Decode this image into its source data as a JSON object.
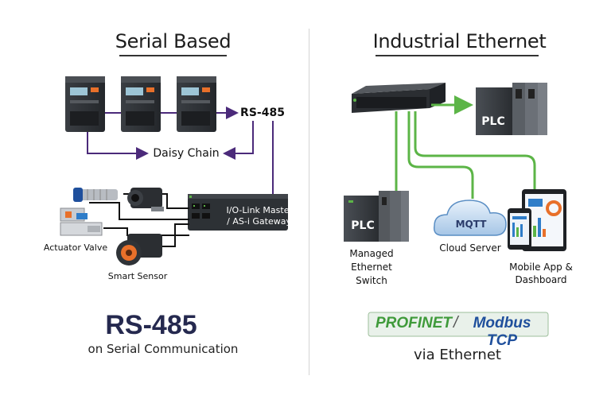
{
  "left": {
    "title": "Serial Based",
    "rs485_label": "RS-485",
    "daisy_chain": "Daisy Chain",
    "gateway_label_1": "I/O-Link Master",
    "gateway_label_2": "/ AS-i Gateway",
    "actuator_label": "Actuator Valve",
    "sensor_label": "Smart Sensor",
    "big_label": "RS-485",
    "sub_label": "on Serial Communication"
  },
  "right": {
    "title": "Industrial Ethernet",
    "plc_top": "PLC",
    "plc_bottom": "PLC",
    "managed_switch_label": [
      "Managed",
      "Ethernet",
      "Switch"
    ],
    "mqtt": "MQTT",
    "cloud_label": "Cloud Server",
    "mobile_label": [
      "Mobile App &",
      "Dashboard"
    ],
    "badge_1": "PROFINET",
    "badge_2": "Modbus TCP",
    "sub_label": "via Ethernet"
  },
  "colors": {
    "purple_line": "#4b2a7a",
    "green_line": "#5cb547",
    "device_dark": "#2f3337",
    "accent_orange": "#e8702a",
    "badge_green": "#3f9a3a",
    "badge_blue": "#1f4f9c"
  }
}
